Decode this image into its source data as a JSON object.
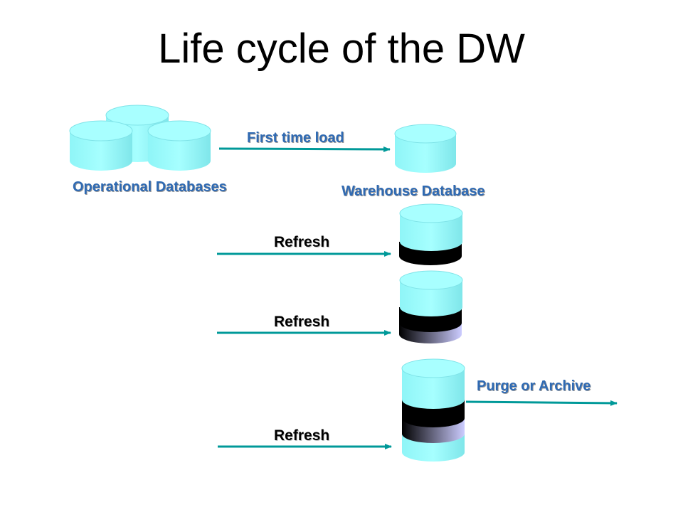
{
  "title": "Life cycle of the DW",
  "labels": {
    "operational": "Operational Databases",
    "first_load": "First time load",
    "warehouse": "Warehouse Database",
    "refresh_1": "Refresh",
    "refresh_2": "Refresh",
    "refresh_3": "Refresh",
    "purge": "Purge or Archive"
  },
  "colors": {
    "cylinder": "#99ffff",
    "cylinder_shade": "#66d9e0",
    "arrow": "#009999",
    "label_blue": "#2f6ab3",
    "band_dark": "#000000",
    "band_lavender": "#ccccff"
  }
}
